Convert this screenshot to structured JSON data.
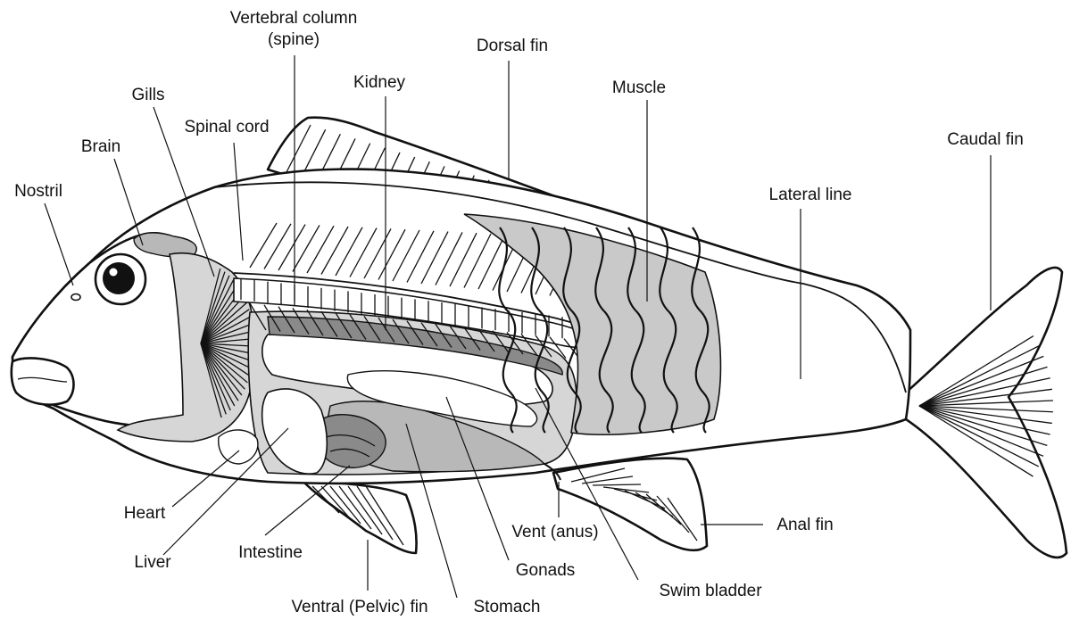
{
  "diagram": {
    "labels": {
      "vertebral_column_line1": "Vertebral column",
      "vertebral_column_line2": "(spine)",
      "dorsal_fin": "Dorsal fin",
      "kidney": "Kidney",
      "muscle": "Muscle",
      "gills": "Gills",
      "spinal_cord": "Spinal cord",
      "brain": "Brain",
      "caudal_fin": "Caudal fin",
      "nostril": "Nostril",
      "lateral_line": "Lateral line",
      "heart": "Heart",
      "liver": "Liver",
      "intestine": "Intestine",
      "ventral_fin": "Ventral (Pelvic) fin",
      "stomach": "Stomach",
      "gonads": "Gonads",
      "vent": "Vent (anus)",
      "swim_bladder": "Swim bladder",
      "anal_fin": "Anal fin"
    },
    "colors": {
      "outline": "#111111",
      "cavity_gray": "#d6d6d6",
      "organ_gray": "#b8b8b8",
      "dark_gray": "#8a8a8a",
      "background": "#ffffff"
    }
  }
}
